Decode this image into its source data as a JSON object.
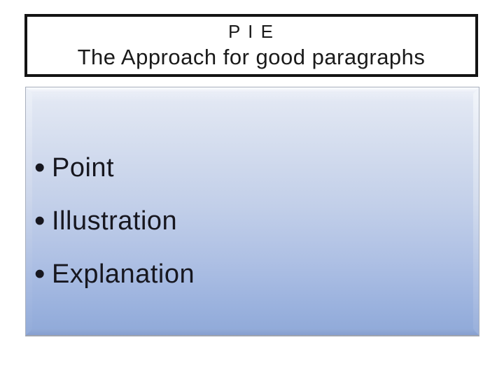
{
  "slide": {
    "title": {
      "line1": "P I E",
      "line2": "The Approach for good paragraphs"
    },
    "bullet_glyph": "•",
    "bullets": [
      "Point",
      "Illustration",
      "Explanation"
    ],
    "colors": {
      "background": "#ffffff",
      "title_border": "#141414",
      "title_text": "#1a1a1a",
      "panel_gradient_top": "#eff2f9",
      "panel_gradient_bottom": "#8fa9d8",
      "panel_outline": "#a8afbd",
      "bullet_text": "#17171f"
    }
  }
}
